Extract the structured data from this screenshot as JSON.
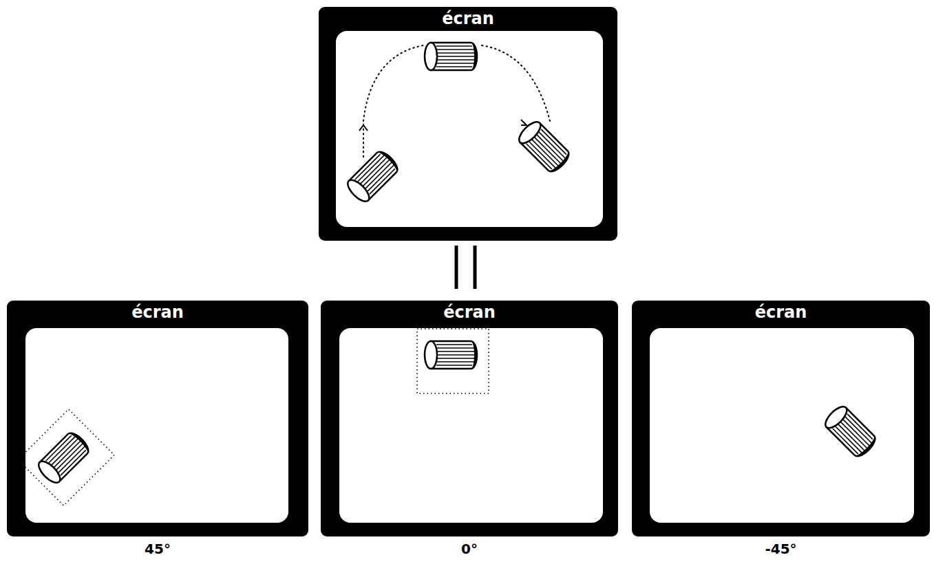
{
  "diagram": {
    "nodes": [
      {
        "text": [
          "écran"
        ]
      },
      {
        "text": [
          "écran",
          "45°"
        ]
      },
      {
        "text": [
          "écran",
          "0°"
        ]
      },
      {
        "text": [
          "écran",
          "-45°"
        ]
      }
    ]
  }
}
